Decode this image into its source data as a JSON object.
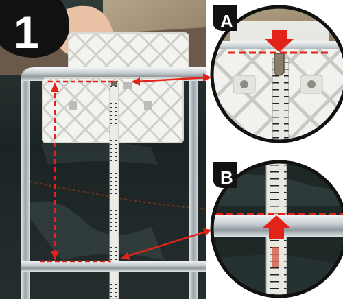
{
  "step": {
    "number": "1"
  },
  "insets": [
    {
      "label": "A"
    },
    {
      "label": "B"
    }
  ],
  "colors": {
    "measure_red": "#e2231a",
    "badge_black": "#111111",
    "water_dark": "#1b2424",
    "rail_steel": "#c9cfd3",
    "bracket_white": "#f2f2ef",
    "tape_white": "#ecece6"
  },
  "icons": [
    "step-number-badge",
    "pointer-arrow",
    "measurement-arrow"
  ]
}
